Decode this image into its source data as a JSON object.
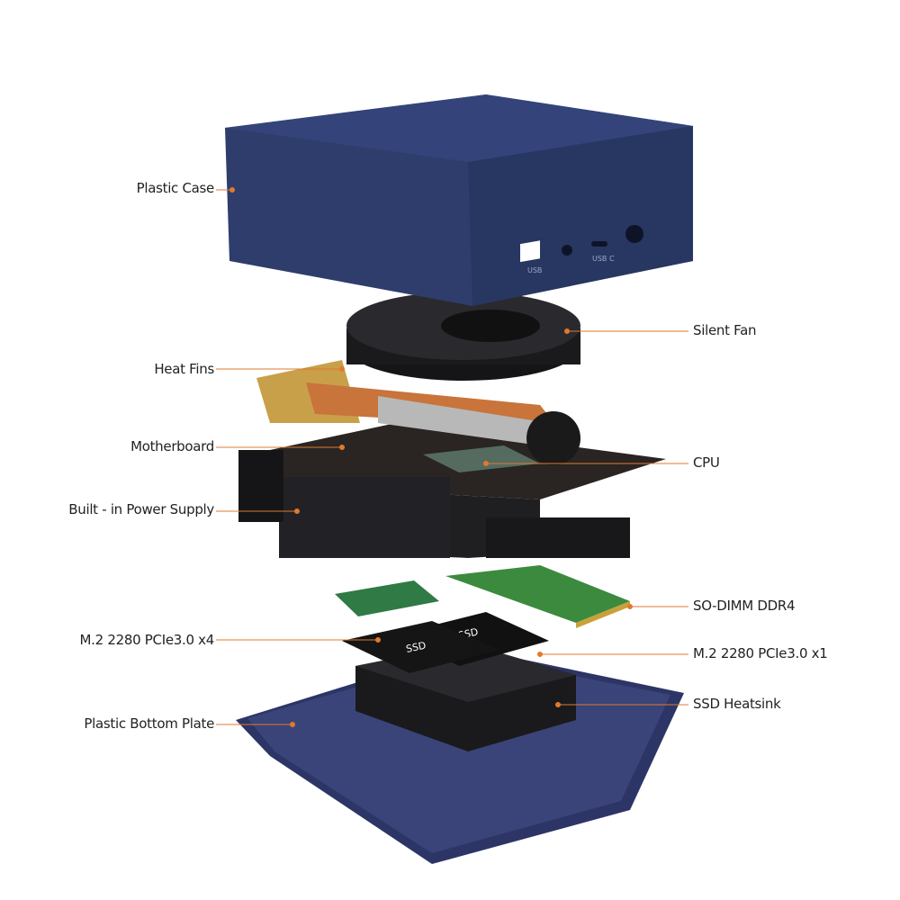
{
  "colors": {
    "leader": "#e07a2e",
    "case": "#2a3a66",
    "dark": "#1c1c1f",
    "ram": "#3c8a3e",
    "copper": "#c8743a"
  },
  "case_ports": {
    "usb": "USB",
    "usbc": "USB C"
  },
  "labels": {
    "plastic_case": "Plastic Case",
    "silent_fan": "Silent Fan",
    "heat_fins": "Heat Fins",
    "motherboard": "Motherboard",
    "cpu": "CPU",
    "power_supply": "Built - in Power Supply",
    "sodimm": "SO-DIMM DDR4",
    "m2_x4": "M.2 2280 PCIe3.0 x4",
    "m2_x1": "M.2 2280 PCIe3.0 x1",
    "ssd_heatsink": "SSD Heatsink",
    "bottom_plate": "Plastic Bottom Plate"
  },
  "ssd_text": "SSD"
}
